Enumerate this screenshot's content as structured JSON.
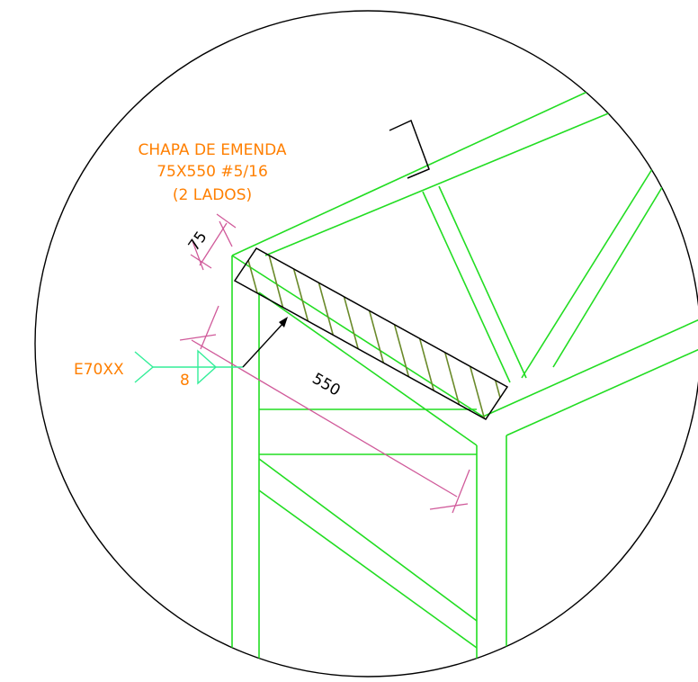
{
  "note": {
    "line1": "CHAPA DE EMENDA",
    "line2": "75X550 #5/16",
    "line3": "(2 LADOS)"
  },
  "weld": {
    "electrode": "E70XX",
    "size": "8"
  },
  "dimensions": {
    "width": "75",
    "length": "550"
  },
  "colors": {
    "truss": "#22dd22",
    "dimension": "#d05a9a",
    "weld_symbol": "#33ee99",
    "annotation": "#ff7f00",
    "hatch": "#6a8a2a"
  }
}
